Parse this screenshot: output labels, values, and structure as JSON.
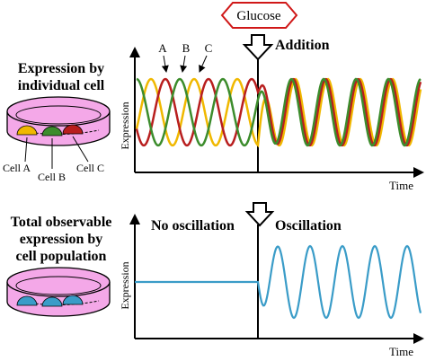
{
  "stimulus": {
    "label": "Glucose",
    "arrow_label": "Addition"
  },
  "top": {
    "heading_line1": "Expression by",
    "heading_line2": "individual cell",
    "dish_labels": [
      "Cell A",
      "Cell B",
      "Cell C"
    ],
    "curve_labels": [
      "A",
      "B",
      "C"
    ],
    "ylabel": "Expression",
    "xlabel": "Time"
  },
  "bottom": {
    "heading_line1": "Total observable",
    "heading_line2": "expression by",
    "heading_line3": "cell population",
    "before_label": "No oscillation",
    "after_label": "Oscillation",
    "ylabel": "Expression",
    "xlabel": "Time"
  },
  "colors": {
    "cell_a": "#3c8c2c",
    "cell_b": "#b81e1e",
    "cell_c": "#f0b800",
    "population": "#3a9cc8",
    "dish_fill": "#f4a8e8",
    "stimulus_border": "#d01818"
  }
}
